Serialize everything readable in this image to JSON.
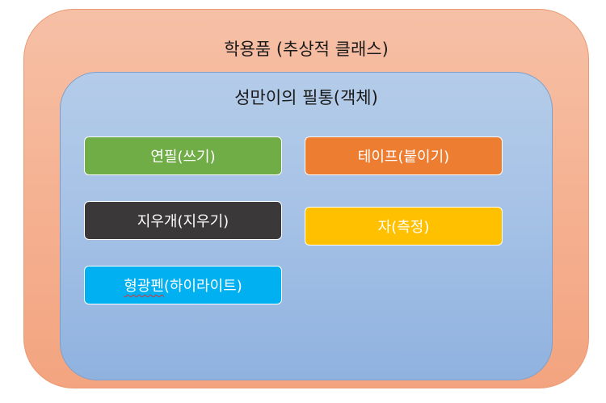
{
  "outer": {
    "label": "학용품 (추상적 클래스)"
  },
  "inner": {
    "label": "성만이의 필통(객체)"
  },
  "items": {
    "pencil": "연필(쓰기)",
    "tape": "테이프(붙이기)",
    "eraser": "지우개(지우기)",
    "ruler": "자(측정)",
    "highlighter_word": "형광펜",
    "highlighter_rest": "(하이라이트)"
  },
  "colors": {
    "outer_fill": "#f5b090",
    "inner_fill": "#a6c2e6",
    "pencil": "#70ad47",
    "tape": "#ed7d31",
    "eraser": "#3a3838",
    "ruler": "#ffc000",
    "highlighter": "#00b0f0"
  }
}
